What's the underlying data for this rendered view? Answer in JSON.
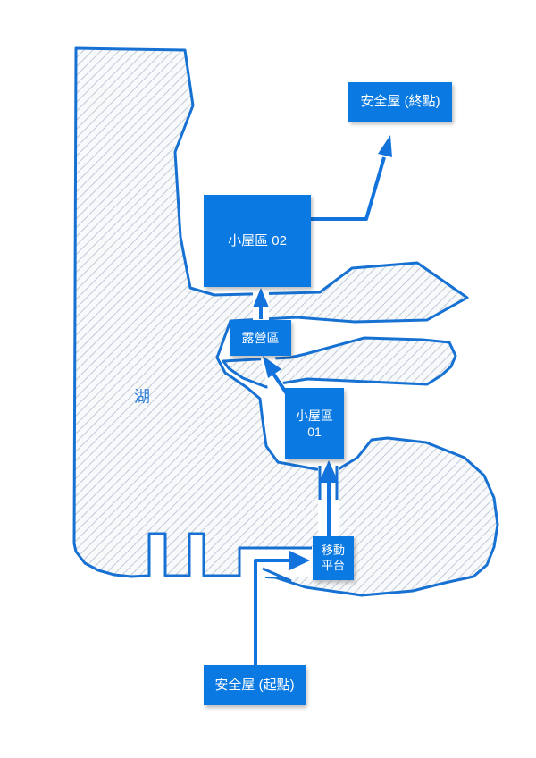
{
  "map": {
    "lake_label": "湖",
    "nodes": {
      "safehouse_end": {
        "label": "安全屋 (終點)"
      },
      "cabin02": {
        "label": "小屋區 02"
      },
      "camp": {
        "label": "露營區"
      },
      "cabin01": {
        "line1": "小屋區",
        "line2": "01"
      },
      "platform": {
        "line1": "移動",
        "line2": "平台"
      },
      "safehouse_start": {
        "label": "安全屋 (起點)"
      }
    },
    "colors": {
      "node_fill": "#0b79e2",
      "node_text": "#ffffff",
      "route": "#1273dc",
      "lake_outline": "#1671d3",
      "lake_label": "#2d7dd6",
      "hatch_line": "#c4ced8",
      "hatch_bg": "#f7f9fb",
      "page_bg": "#ffffff"
    }
  }
}
